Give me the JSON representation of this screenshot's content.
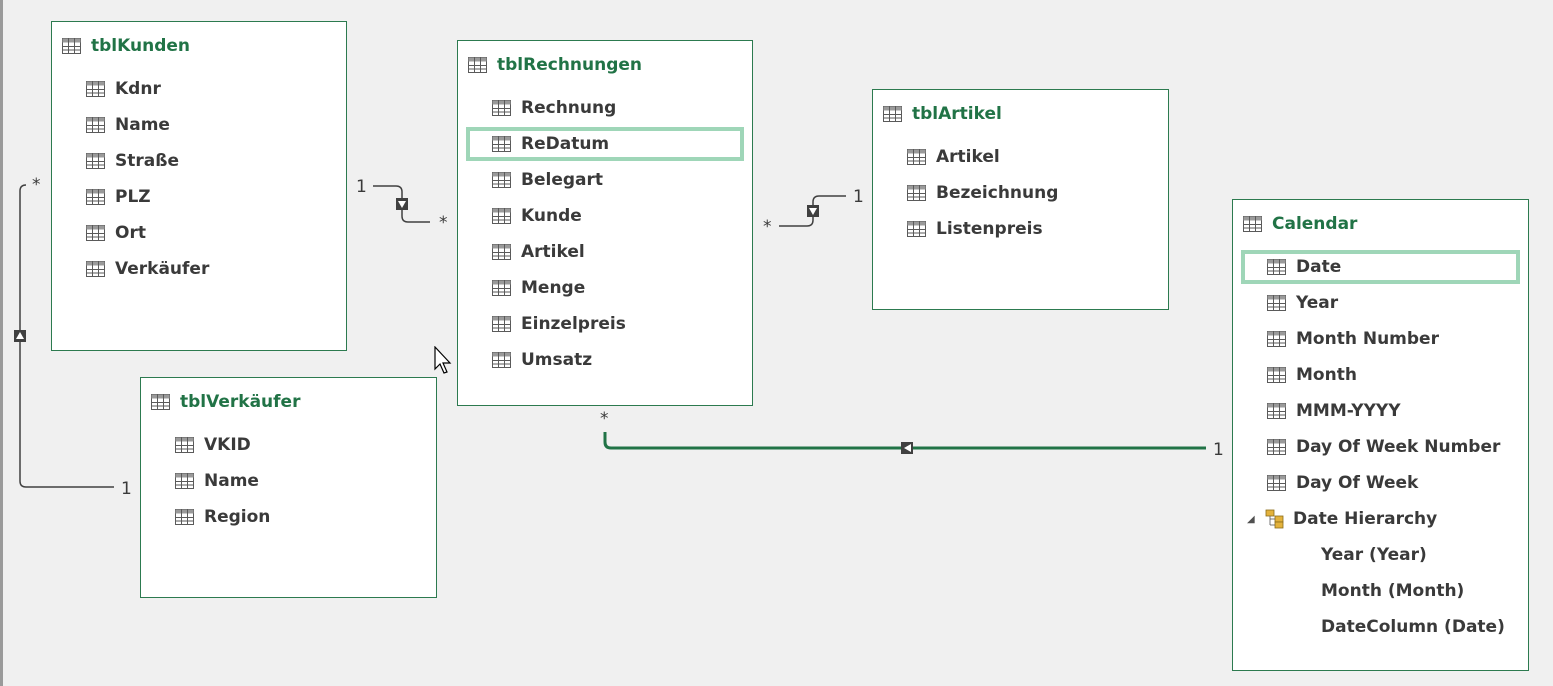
{
  "tables": {
    "kunden": {
      "title": "tblKunden",
      "fields": [
        "Kdnr",
        "Name",
        "Straße",
        "PLZ",
        "Ort",
        "Verkäufer"
      ]
    },
    "rechnungen": {
      "title": "tblRechnungen",
      "fields": [
        "Rechnung",
        "ReDatum",
        "Belegart",
        "Kunde",
        "Artikel",
        "Menge",
        "Einzelpreis",
        "Umsatz"
      ],
      "selected": "ReDatum"
    },
    "artikel": {
      "title": "tblArtikel",
      "fields": [
        "Artikel",
        "Bezeichnung",
        "Listenpreis"
      ]
    },
    "verkaeufer": {
      "title": "tblVerkäufer",
      "fields": [
        "VKID",
        "Name",
        "Region"
      ]
    },
    "calendar": {
      "title": "Calendar",
      "fields": [
        "Date",
        "Year",
        "Month Number",
        "Month",
        "MMM-YYYY",
        "Day Of Week Number",
        "Day Of Week"
      ],
      "selected": "Date",
      "hierarchy": {
        "name": "Date Hierarchy",
        "levels": [
          "Year (Year)",
          "Month (Month)",
          "DateColumn (Date)"
        ]
      }
    }
  },
  "relationships": [
    {
      "from": "tblKunden",
      "to": "tblRechnungen",
      "one": "1",
      "many": "*"
    },
    {
      "from": "tblRechnungen",
      "to": "tblArtikel",
      "many": "*",
      "one": "1"
    },
    {
      "from": "tblKunden",
      "to": "tblVerkäufer",
      "many": "*",
      "one": "1"
    },
    {
      "from": "tblRechnungen",
      "to": "Calendar",
      "many": "*",
      "one": "1",
      "active_highlight": true
    }
  ],
  "icons": {
    "table": "table-icon",
    "field": "field-table-icon",
    "hierarchy": "hierarchy-icon"
  },
  "colors": {
    "accent": "#217346",
    "border": "#2c7a4f",
    "selection": "#9fd6b8",
    "background": "#f0f0f0"
  }
}
